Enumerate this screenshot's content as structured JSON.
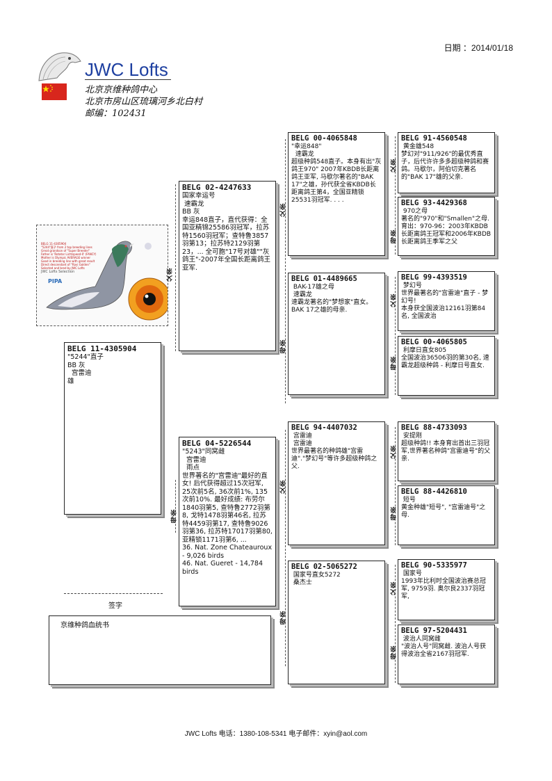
{
  "header": {
    "date_label": "日期 ：2014/01/18",
    "brand": "JWC Lofts",
    "address_lines": [
      "北京京维种鸽中心",
      "北京市房山区琉璃河乡北白村",
      "邮编：102431"
    ],
    "colors": {
      "brand": "#1d3fa0",
      "flag": "#d8261d",
      "star": "#ffde00"
    }
  },
  "photo": {
    "text_lines": [
      "BELG 11-4305904",
      "\"5244\"直子 from 2 top breeding lines",
      "Great grandson of \"Super Breeder\"",
      "Father is 'Rotator Lichtspeed-0' (FANCY)",
      "Mother is Olympic AVERAGE winner",
      "Good in breeding line with great result",
      "Direct descendant of \"Ravi Golden\"",
      "Selected and bred by JWC Lofts"
    ],
    "caption": "JWC Lofts Selection",
    "logo": "PIPA",
    "icon": "pigeon-photo"
  },
  "subject": {
    "ring": "BELG 11-4305904",
    "lines": [
      "\"5244\"直子",
      "BB 灰",
      "  宫雷迪",
      "雄"
    ]
  },
  "sire": {
    "ring": "BELG 02-4247633",
    "lines": [
      "国家幸运号",
      " 速霸龙",
      "BB 灰",
      "幸运848直子，直代获得：全国亚精锦25586羽冠军，拉苏特1560羽冠军；查特鲁3857羽第13；拉苏特2129羽第23，... 全可胞\"17号对雄\"\"灰鸽王\"-2007年全国长距离鸽王亚军."
    ]
  },
  "dam": {
    "ring": "BELG 04-5226544",
    "lines": [
      "\"5243\"同窝雌",
      "  宫雷迪",
      "  雨点",
      "世界著名的\"宫雷迪\"最好的直女! 后代获得超过15次冠军, 25次前5名, 36次前1%, 135次前10%. 最好成绩: 布劳尔1840羽第5, 查特鲁2772羽第8, 戈特1478羽第46名, 拉苏特4459羽第17, 查特鲁9026羽第36, 拉苏特17017羽第80, 亚精锁1171羽第6, ...",
      "36. Nat. Zone Chateauroux - 9,026 birds",
      "46. Nat. Gueret - 14,784 birds"
    ]
  },
  "gp": [
    {
      "ring": "BELG 00-4065848",
      "lines": [
        "\"幸运848\"",
        "  速霸龙",
        "超级种鸽548直子。本身有出\"灰鸽王970\" 2007年KBDB长距离鸽王亚军, 马歇尔著名的\"BAK 17\"之雄，孙代获全省KBDB长距离鸽王第4，全国亚精锁25531羽冠军. . . ."
      ]
    },
    {
      "ring": "BELG 01-4489665",
      "lines": [
        " BAK-17雄之母",
        " 速霸龙",
        "速霸龙著名的\"梦想家\"直女。 BAK 17之雄的母亲."
      ]
    },
    {
      "ring": "BELG 94-4407032",
      "lines": [
        " 宫雷迪",
        " 宫雷迪",
        "世界最著名的种鸽雄\"宫雷迪\".\"梦幻号\"等许多超级种鸽之父."
      ]
    },
    {
      "ring": "BELG 02-5065272",
      "lines": [
        " 国家号直女5272",
        " 桑杰士"
      ]
    }
  ],
  "ggp": [
    {
      "ring": "BELG 91-4560548",
      "lines": [
        " 黄金雄548",
        "梦幻对\"911/926\"的最优秀直子，后代许许多多超级种鸽和赛鸽。马歇尔，阿伯切克著名的\"BAK 17\"雄的父亲."
      ]
    },
    {
      "ring": "BELG 93-4429368",
      "lines": [
        " 970之母",
        "著名的\"970\"和\"Smallen\"之母. 育出：970-96：2003年KBDB长距离鸽王冠军和2006年KBDB长距离鸽王季军之父"
      ]
    },
    {
      "ring": "BELG 99-4393519",
      "lines": [
        " 梦幻号",
        "世界最著名的\"宫雷迪\"直子 - 梦幻号!",
        "本身获全国波治12161羽第84名, 全国波治"
      ]
    },
    {
      "ring": "BELG 00-4065805",
      "lines": [
        " 利摩日直女805",
        "全国波治36506羽的第30名, 速霸龙超级种鸽 - 利摩日号直女."
      ]
    },
    {
      "ring": "BELG 88-4733093",
      "lines": [
        " 安提刚",
        "超级种鸽!! 本身育出首出三羽冠军,世界著名种鸽\"宫雷迪号\"的父亲."
      ]
    },
    {
      "ring": "BELG 88-4426810",
      "lines": [
        " 短号",
        "黄金种雄\"短号\", \"宫雷迪号\"之母."
      ]
    },
    {
      "ring": "BELG 90-5335977",
      "lines": [
        " 国家号",
        "1993年比利时全国波治赛总冠军, 9759羽. 奥尔良2337羽冠军,"
      ]
    },
    {
      "ring": "BELG 97-5204431",
      "lines": [
        " 波治人同窝雌",
        "\"波治人号\"同窝雌. 波治人号获得波治全省2167羽冠军."
      ]
    }
  ],
  "labels": {
    "sire": "父亲",
    "dam": "母亲",
    "sign": "签字",
    "cert": "京维种鸽血统书"
  },
  "footer": "JWC Lofts 电话：1380-108-5341  电子邮件：xyin@aol.com"
}
